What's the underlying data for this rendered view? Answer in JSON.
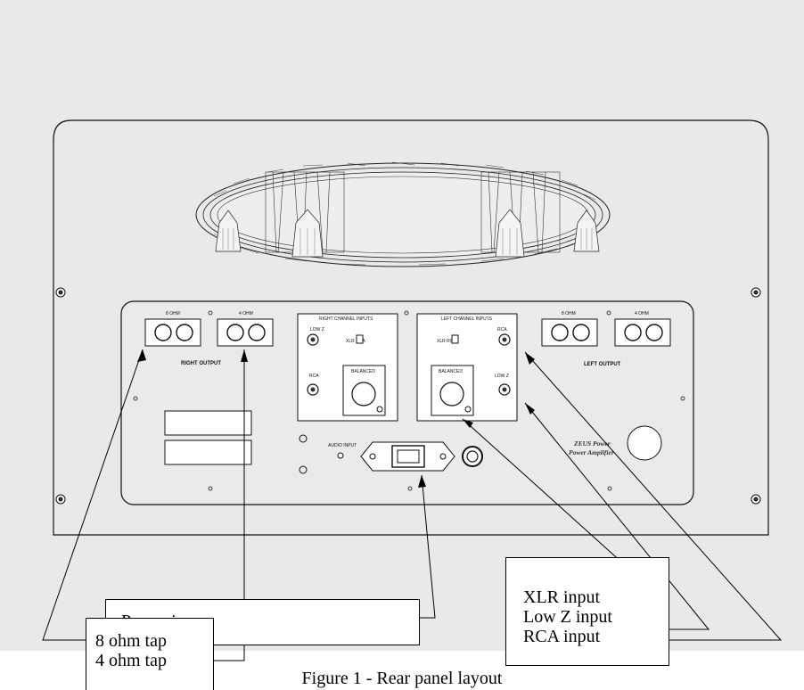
{
  "panel": {
    "right_output_label": "RIGHT OUTPUT",
    "left_output_label": "LEFT OUTPUT",
    "right_tap_labels": [
      "8 OHM",
      "4 OHM"
    ],
    "left_tap_labels": [
      "8 OHM",
      "4 OHM"
    ],
    "right_input_section_label": "RIGHT CHANNEL INPUTS",
    "left_input_section_label": "LEFT CHANNEL INPUTS",
    "balanced_label": "BALANCED",
    "rca_label": "RCA",
    "low_z_label": "LOW Z",
    "input_switch_label": "XLR RCA",
    "power_switch_label": "AUDIO INPUT",
    "brand_line1": "ZEUS Power",
    "brand_line2": "Power Amplifier"
  },
  "callouts": {
    "power": "Power in",
    "inputs": [
      "XLR input",
      "Low Z input",
      "RCA input"
    ],
    "taps": [
      "8 ohm tap",
      "4 ohm tap"
    ]
  },
  "caption": "Figure 1 - Rear panel layout"
}
